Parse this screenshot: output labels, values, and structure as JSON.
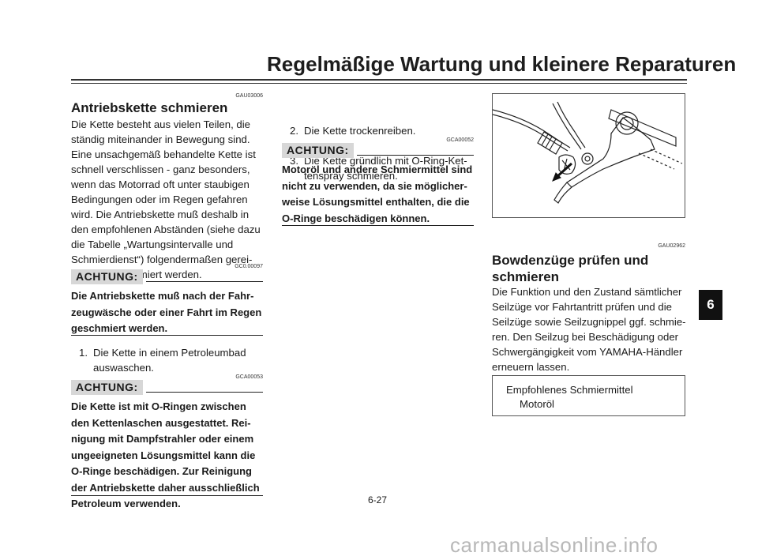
{
  "header": {
    "title": "Regelmäßige Wartung und kleinere Reparaturen"
  },
  "side_tab": {
    "label": "6"
  },
  "col1": {
    "code": "GAU03006",
    "heading": "Antriebskette schmieren",
    "paragraph": [
      "Die Kette besteht aus vielen Teilen, die",
      "ständig miteinander in Bewegung sind.",
      "Eine unsachgemäß behandelte Kette ist",
      "schnell verschlissen - ganz besonders,",
      "wenn das Motorrad oft unter staubigen",
      "Bedingungen oder im Regen gefahren",
      "wird. Die Antriebskette muß deshalb in",
      "den empfohlenen Abständen (siehe dazu",
      "die Tabelle „Wartungsintervalle und",
      "Schmierdienst“) folgendermaßen gerei-",
      "nigt und geschmiert werden."
    ],
    "caution1": {
      "code": "GC0.00097",
      "label": "ACHTUNG:",
      "lines": [
        "Die Antriebskette muß nach der Fahr-",
        "zeugwäsche oder einer Fahrt im Regen",
        "geschmiert werden."
      ]
    },
    "step1": {
      "num": "1.",
      "lines": [
        "Die Kette in einem Petroleumbad",
        "auswaschen."
      ]
    },
    "caution2": {
      "code": "GCA00053",
      "label": "ACHTUNG:",
      "lines": [
        "Die Kette ist mit O-Ringen zwischen",
        "den Kettenlaschen ausgestattet. Rei-",
        "nigung mit Dampfstrahler oder einem",
        "ungeeigneten Lösungsmittel kann die",
        "O-Ringe beschädigen. Zur Reinigung",
        "der Antriebskette daher ausschließlich",
        "Petroleum verwenden."
      ]
    }
  },
  "col2": {
    "step2": {
      "num": "2.",
      "lines": [
        "Die Kette trockenreiben."
      ]
    },
    "step3": {
      "num": "3.",
      "lines": [
        "Die Kette gründlich mit O-Ring-Ket-",
        "tenspray schmieren."
      ]
    },
    "caution3": {
      "code": "GCA00052",
      "label": "ACHTUNG:",
      "lines": [
        "Motoröl und andere Schmiermittel sind",
        "nicht zu verwenden, da sie möglicher-",
        "weise Lösungsmittel enthalten, die die",
        "O-Ringe beschädigen können."
      ]
    }
  },
  "col3": {
    "code": "GAU02962",
    "heading": [
      "Bowdenzüge prüfen und",
      "schmieren"
    ],
    "paragraph": [
      "Die Funktion und den Zustand sämtlicher",
      "Seilzüge vor Fahrtantritt prüfen und die",
      "Seilzüge sowie Seilzugnippel ggf. schmie-",
      "ren. Den Seilzug bei Beschädigung oder",
      "Schwergängigkeit vom YAMAHA-Händler",
      "erneuern lassen."
    ],
    "lube_box": {
      "title": "Empfohlenes Schmiermittel",
      "value": "Motoröl"
    }
  },
  "footer": {
    "page": "6-27"
  },
  "watermark": {
    "text": "carmanualsonline.info"
  }
}
